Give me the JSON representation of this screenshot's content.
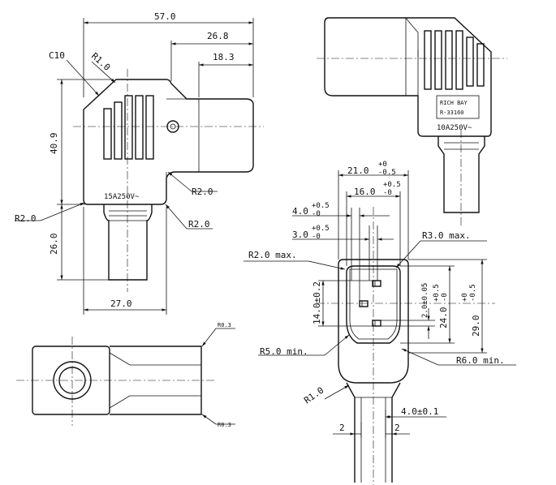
{
  "front_view": {
    "dim_width": "57.0",
    "dim_body": "26.8",
    "dim_inner": "18.3",
    "dim_height": "40.9",
    "dim_cable": "26.0",
    "dim_bottom": "27.0",
    "chamfer": "C10",
    "r_top": "R1.0",
    "r_right": "R2.0",
    "r_bottom_left": "R2.0",
    "r_bottom_right": "R2.0",
    "rating": "15A250V~"
  },
  "back_view": {
    "brand": "RICH BAY",
    "model": "R-33160",
    "rating": "10A250V~"
  },
  "bottom_view": {
    "r_top": "R0.3",
    "r_bottom": "R0.3"
  },
  "socket_view": {
    "dim_outer": "21.0",
    "dim_outer_tol_plus": "+0",
    "dim_outer_tol_minus": "-0.5",
    "dim_inner": "16.0",
    "dim_inner_tol_plus": "+0.5",
    "dim_inner_tol_minus": "-0",
    "dim_4": "4.0",
    "dim_4_tol_plus": "+0.5",
    "dim_4_tol_minus": "-0",
    "dim_3": "3.0",
    "dim_3_tol_plus": "+0.5",
    "dim_3_tol_minus": "-0",
    "r_corner_max": "R3.0  max.",
    "r_left_max": "R2.0  max.",
    "r_lower_left": "R5.0  min.",
    "r_lower_right": "R6.0  min.",
    "r_neck": "R1.0",
    "dim_14": "14.0±0.2",
    "dim_2": "2.0±0.05",
    "dim_24": "24.0",
    "dim_24_tol_plus": "+0.5",
    "dim_24_tol_minus": "-0",
    "dim_29": "29.0",
    "dim_29_tol_plus": "+0",
    "dim_29_tol_minus": "-0.5",
    "dim_cable_tol": "4.0±0.1",
    "dim_side_left": "2",
    "dim_side_right": "2"
  }
}
